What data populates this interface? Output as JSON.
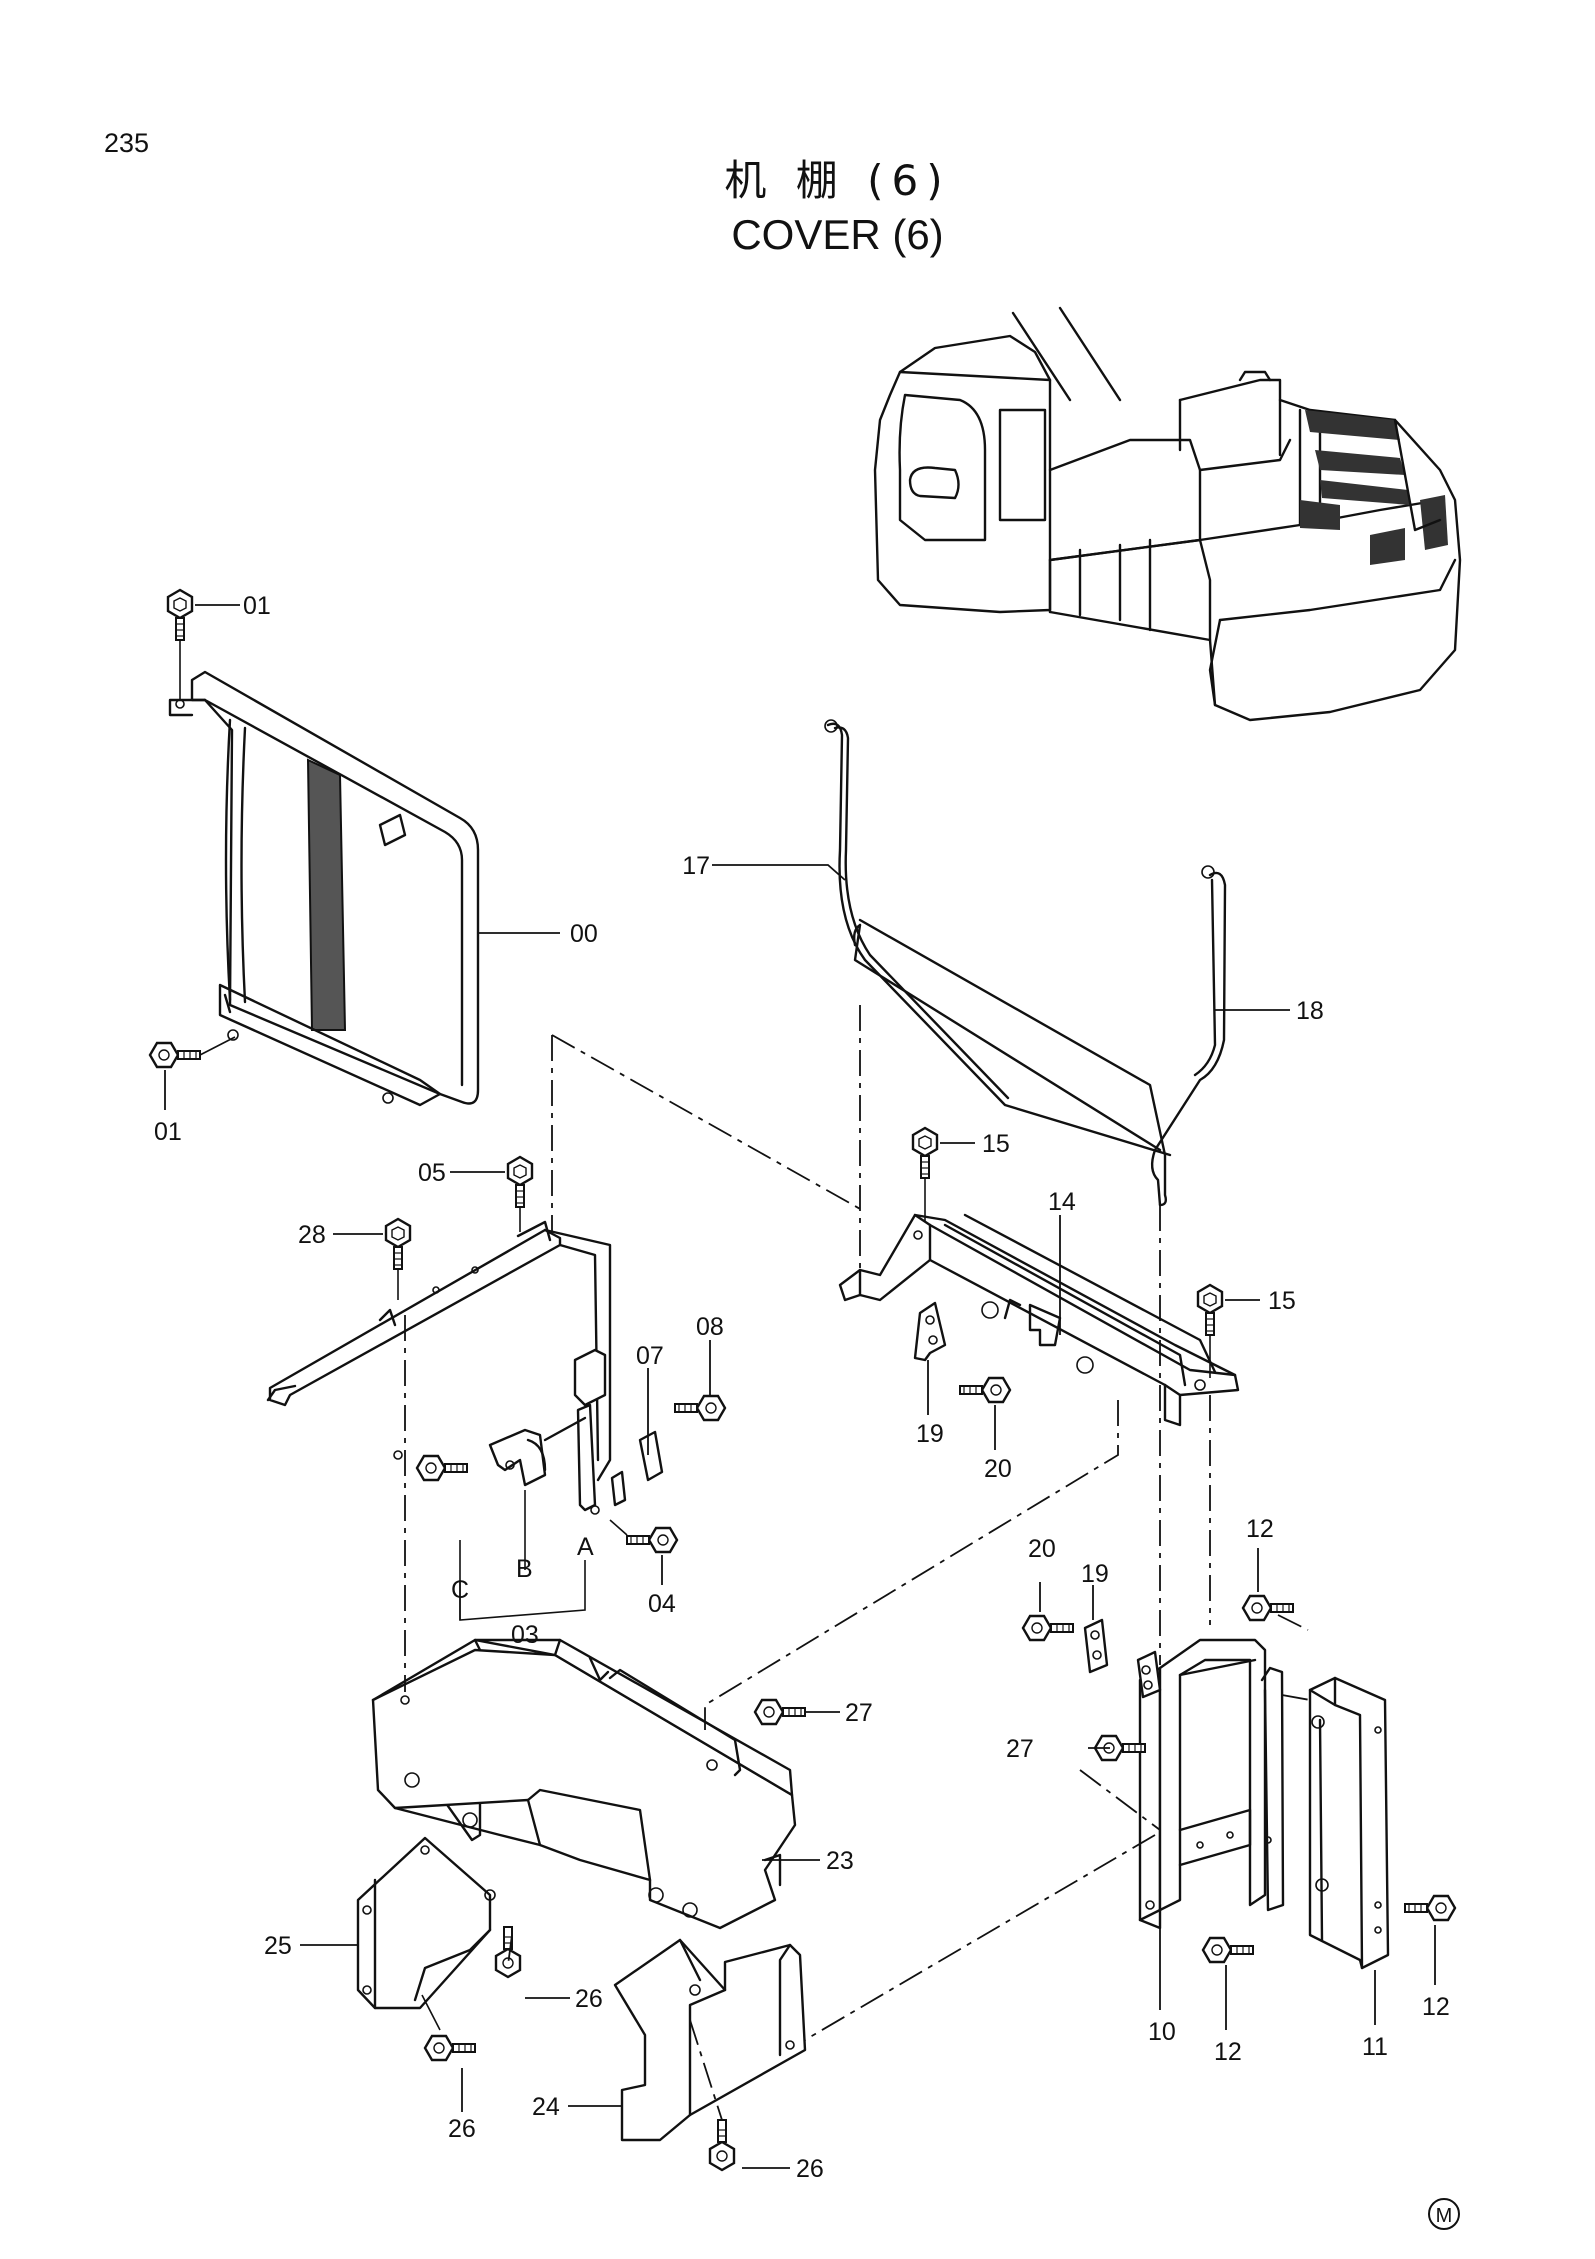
{
  "page_number": "235",
  "title": {
    "chinese": "机  棚 (6)",
    "english": "COVER (6)"
  },
  "callouts": [
    {
      "id": "label-01-top",
      "text": "01"
    },
    {
      "id": "label-01-bottom",
      "text": "01"
    },
    {
      "id": "label-00",
      "text": "00"
    },
    {
      "id": "label-17",
      "text": "17"
    },
    {
      "id": "label-18",
      "text": "18"
    },
    {
      "id": "label-15-top",
      "text": "15"
    },
    {
      "id": "label-15-right",
      "text": "15"
    },
    {
      "id": "label-14",
      "text": "14"
    },
    {
      "id": "label-05",
      "text": "05"
    },
    {
      "id": "label-28",
      "text": "28"
    },
    {
      "id": "label-07",
      "text": "07"
    },
    {
      "id": "label-08",
      "text": "08"
    },
    {
      "id": "label-19-top",
      "text": "19"
    },
    {
      "id": "label-20-top",
      "text": "20"
    },
    {
      "id": "label-A",
      "text": "A"
    },
    {
      "id": "label-B",
      "text": "B"
    },
    {
      "id": "label-C",
      "text": "C"
    },
    {
      "id": "label-03",
      "text": "03"
    },
    {
      "id": "label-04",
      "text": "04"
    },
    {
      "id": "label-12-top",
      "text": "12"
    },
    {
      "id": "label-20-right",
      "text": "20"
    },
    {
      "id": "label-19-right",
      "text": "19"
    },
    {
      "id": "label-27-center",
      "text": "27"
    },
    {
      "id": "label-27-right",
      "text": "27"
    },
    {
      "id": "label-23",
      "text": "23"
    },
    {
      "id": "label-25",
      "text": "25"
    },
    {
      "id": "label-26-left",
      "text": "26"
    },
    {
      "id": "label-26-center",
      "text": "26"
    },
    {
      "id": "label-26-bottom",
      "text": "26"
    },
    {
      "id": "label-24",
      "text": "24"
    },
    {
      "id": "label-10",
      "text": "10"
    },
    {
      "id": "label-12-bottom",
      "text": "12"
    },
    {
      "id": "label-11",
      "text": "11"
    },
    {
      "id": "label-12-right",
      "text": "12"
    }
  ],
  "corner_mark": "M"
}
